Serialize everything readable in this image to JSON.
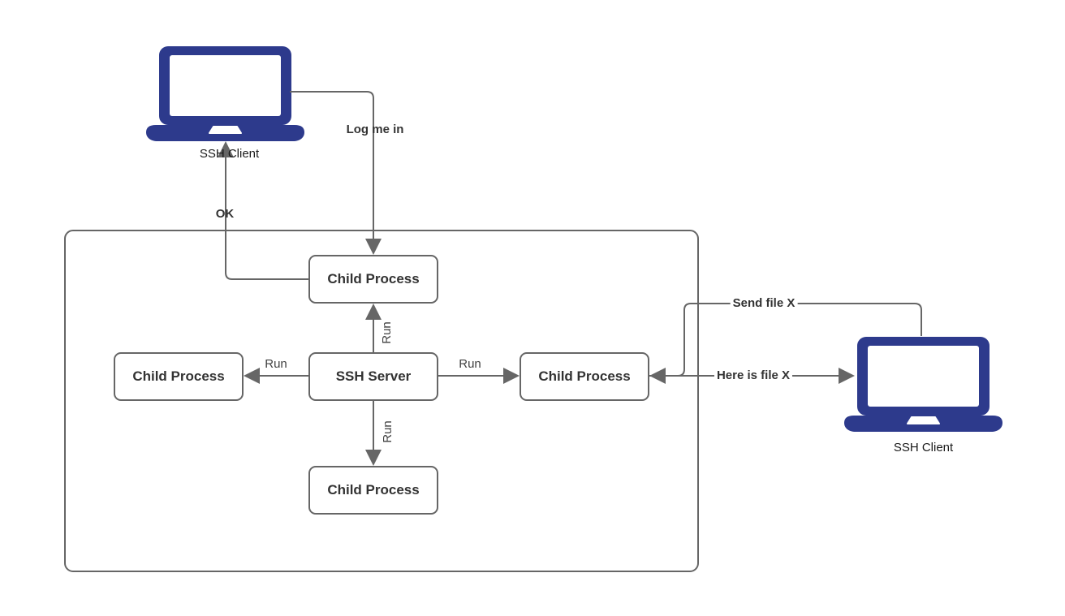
{
  "clients": {
    "top": {
      "label": "SSH Client"
    },
    "right": {
      "label": "SSH Client"
    }
  },
  "nodes": {
    "ssh_server": "SSH Server",
    "child_top": "Child Process",
    "child_left": "Child Process",
    "child_right": "Child Process",
    "child_bottom": "Child Process"
  },
  "edges": {
    "log_me_in": "Log me in",
    "ok": "OK",
    "run_up": "Run",
    "run_down": "Run",
    "run_left": "Run",
    "run_right": "Run",
    "send_file_x": "Send file X",
    "here_is_file_x": "Here is file X"
  },
  "colors": {
    "laptop_fill": "#2d3a8c",
    "connector": "#666666",
    "node_border": "#666666",
    "label_text": "#333333"
  }
}
